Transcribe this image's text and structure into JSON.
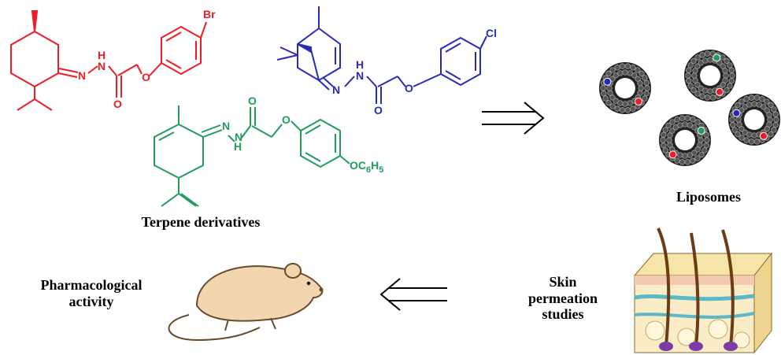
{
  "colors": {
    "red": "#ee1c25",
    "blue": "#2a2ab8",
    "green": "#1f9d5c",
    "black": "#000000",
    "mouse_fill": "#f2d6b0",
    "mouse_stroke": "#6b4a2a"
  },
  "molecules": {
    "red": {
      "halogen": "Br",
      "hydrazone_n": "N",
      "hydrazone_nh": "H",
      "hydrazone_n2": "N",
      "carbonyl_o": "O",
      "ether_o": "O"
    },
    "blue": {
      "halogen": "Cl",
      "hydrazone_n": "N",
      "hydrazone_nh": "H",
      "hydrazone_n2": "N",
      "carbonyl_o": "O",
      "ether_o": "O"
    },
    "green": {
      "carbonyl_o": "O",
      "ether_o": "O",
      "hydrazone_n": "N",
      "hydrazone_n2": "N",
      "hydrazone_nh": "H",
      "substituent": "OC",
      "sub_c": "6",
      "sub_h": "H",
      "sub_h_count": "5"
    }
  },
  "labels": {
    "terpene": "Terpene derivatives",
    "liposomes": "Liposomes",
    "skin_line1": "Skin",
    "skin_line2": "permeation",
    "skin_line3": "studies",
    "pharm_line1": "Pharmacological",
    "pharm_line2": "activity"
  },
  "icons": [
    "liposome-icon",
    "skin-cross-section-icon",
    "mouse-icon",
    "double-arrow-icon"
  ]
}
